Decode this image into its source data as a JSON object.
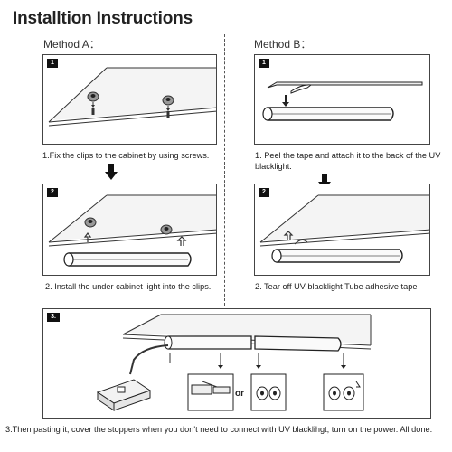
{
  "title": "Installtion Instructions",
  "method_a": {
    "label": "Method A：",
    "step1": {
      "number": "1",
      "caption": "1.Fix the clips to the  cabinet by using screws."
    },
    "step2": {
      "number": "2",
      "caption": "2. Install the under cabinet light into the clips."
    }
  },
  "method_b": {
    "label": "Method B：",
    "step1": {
      "number": "1",
      "caption": "1. Peel the tape and attach it to the back of the UV blacklight."
    },
    "step2": {
      "number": "2",
      "caption": "2. Tear off UV blacklight Tube adhesive tape"
    }
  },
  "step3": {
    "number": "3.",
    "or_label": "or",
    "caption": "3.Then pasting it, cover the stoppers when you don't need to connect with UV blacklihgt, turn on the power. All done."
  },
  "icons": [
    "screw-clip-icon",
    "arrow-down-icon",
    "power-plug-icon",
    "end-stopper-icon",
    "connector-icon"
  ]
}
